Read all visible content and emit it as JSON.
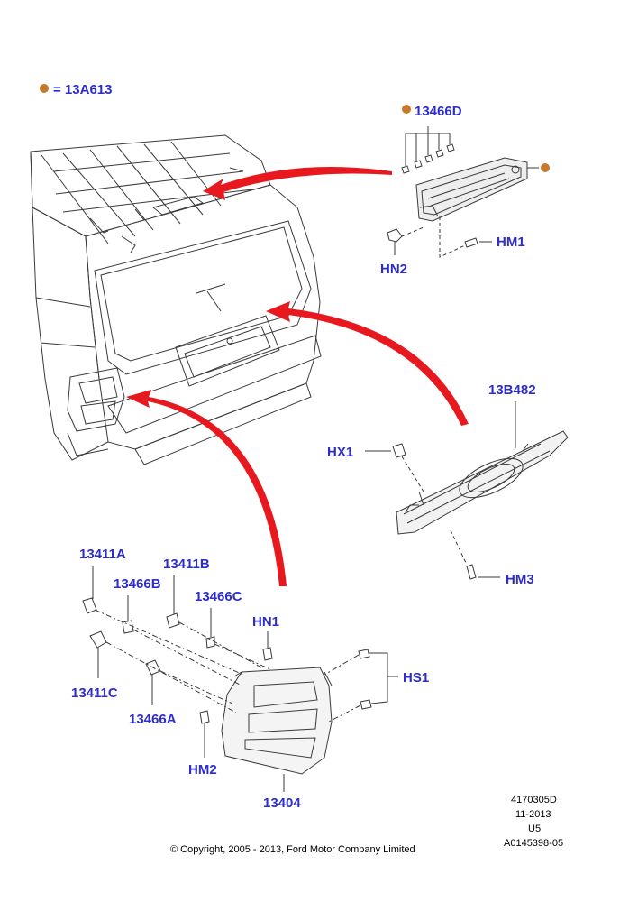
{
  "legend": {
    "marker_color": "#c8782a",
    "text": "= 13A613"
  },
  "label_color": "#2d2dcc",
  "arrow_color": "#e8191e",
  "parts": {
    "p13466D": "13466D",
    "pHM1": "HM1",
    "pHN2": "HN2",
    "p13B482": "13B482",
    "pHX1": "HX1",
    "pHM3": "HM3",
    "p13411A": "13411A",
    "p13466B": "13466B",
    "p13411B": "13411B",
    "p13466C": "13466C",
    "pHN1": "HN1",
    "pHS1": "HS1",
    "p13411C": "13411C",
    "p13466A": "13466A",
    "pHM2": "HM2",
    "p13404": "13404"
  },
  "meta": {
    "line1": "4170305D",
    "line2": "11-2013",
    "line3": "U5",
    "line4": "A0145398-05"
  },
  "copyright": "© Copyright, 2005 - 2013, Ford Motor Company Limited"
}
